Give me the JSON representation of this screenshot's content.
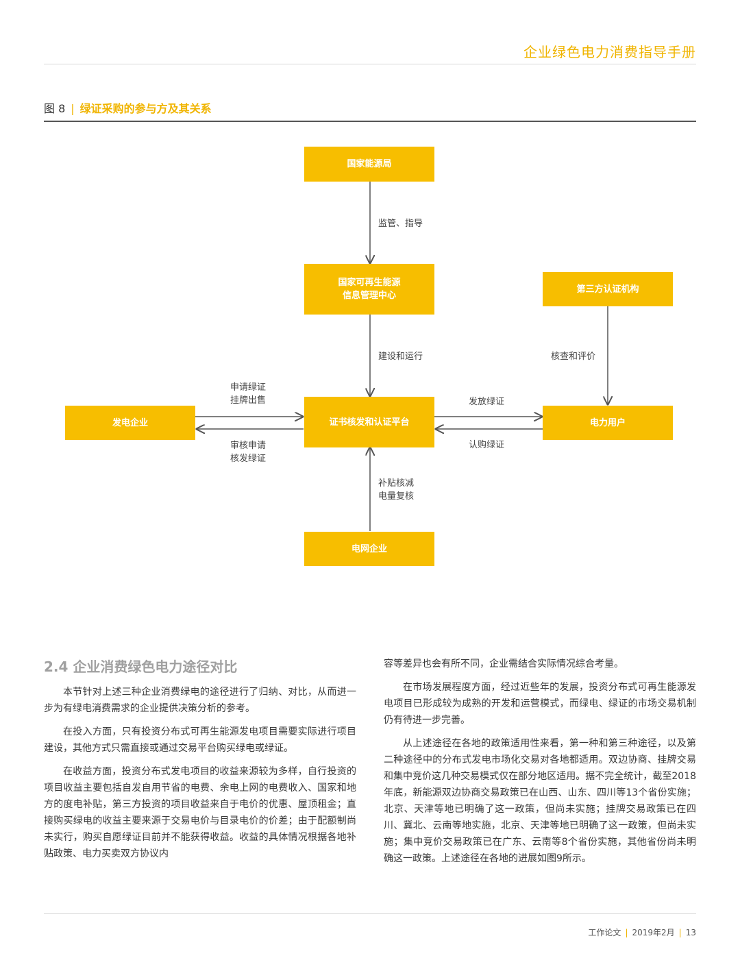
{
  "header": {
    "title": "企业绿色电力消费指导手册"
  },
  "figure": {
    "label": "图 8",
    "separator": "|",
    "title": "绿证采购的参与方及其关系"
  },
  "diagram": {
    "nodes": {
      "nea": "国家能源局",
      "center_line1": "国家可再生能源",
      "center_line2": "信息管理中心",
      "third_party": "第三方认证机构",
      "generator": "发电企业",
      "platform": "证书核发和认证平台",
      "user": "电力用户",
      "grid": "电网企业"
    },
    "edges": {
      "supervise": "监管、指导",
      "build": "建设和运行",
      "review": "核查和评价",
      "apply_line1": "申请绿证",
      "apply_line2": "挂牌出售",
      "audit_line1": "审核申请",
      "audit_line2": "核发绿证",
      "issue": "发放绿证",
      "subscribe": "认购绿证",
      "subsidy_line1": "补贴核减",
      "subsidy_line2": "电量复核"
    }
  },
  "section": {
    "heading": "2.4 企业消费绿色电力途径对比",
    "left_paragraphs": [
      "本节针对上述三种企业消费绿电的途径进行了归纳、对比，从而进一步为有绿电消费需求的企业提供决策分析的参考。",
      "在投入方面，只有投资分布式可再生能源发电项目需要实际进行项目建设，其他方式只需直接或通过交易平台购买绿电或绿证。",
      "在收益方面，投资分布式发电项目的收益来源较为多样，自行投资的项目收益主要包括自发自用节省的电费、余电上网的电费收入、国家和地方的度电补贴，第三方投资的项目收益来自于电价的优惠、屋顶租金；直接购买绿电的收益主要来源于交易电价与目录电价的价差；由于配额制尚未实行，购买自愿绿证目前并不能获得收益。收益的具体情况根据各地补贴政策、电力买卖双方协议内"
    ],
    "right_continuation": "容等差异也会有所不同，企业需结合实际情况综合考量。",
    "right_paragraphs": [
      "在市场发展程度方面，经过近些年的发展，投资分布式可再生能源发电项目已形成较为成熟的开发和运营模式，而绿电、绿证的市场交易机制仍有待进一步完善。",
      "从上述途径在各地的政策适用性来看，第一种和第三种途径，以及第二种途径中的分布式发电市场化交易对各地都适用。双边协商、挂牌交易和集中竞价这几种交易模式仅在部分地区适用。据不完全统计，截至2018年底，新能源双边协商交易政策已在山西、山东、四川等13个省份实施；北京、天津等地已明确了这一政策，但尚未实施；挂牌交易政策已在四川、冀北、云南等地实施，北京、天津等地已明确了这一政策，但尚未实施；集中竞价交易政策已在广东、云南等8个省份实施，其他省份尚未明确这一政策。上述途径在各地的进展如图9所示。"
    ]
  },
  "footer": {
    "publication": "工作论文",
    "date": "2019年2月",
    "page": "13",
    "separator": "|"
  },
  "colors": {
    "accent": "#f7be00",
    "accent_text": "#f0b400"
  }
}
